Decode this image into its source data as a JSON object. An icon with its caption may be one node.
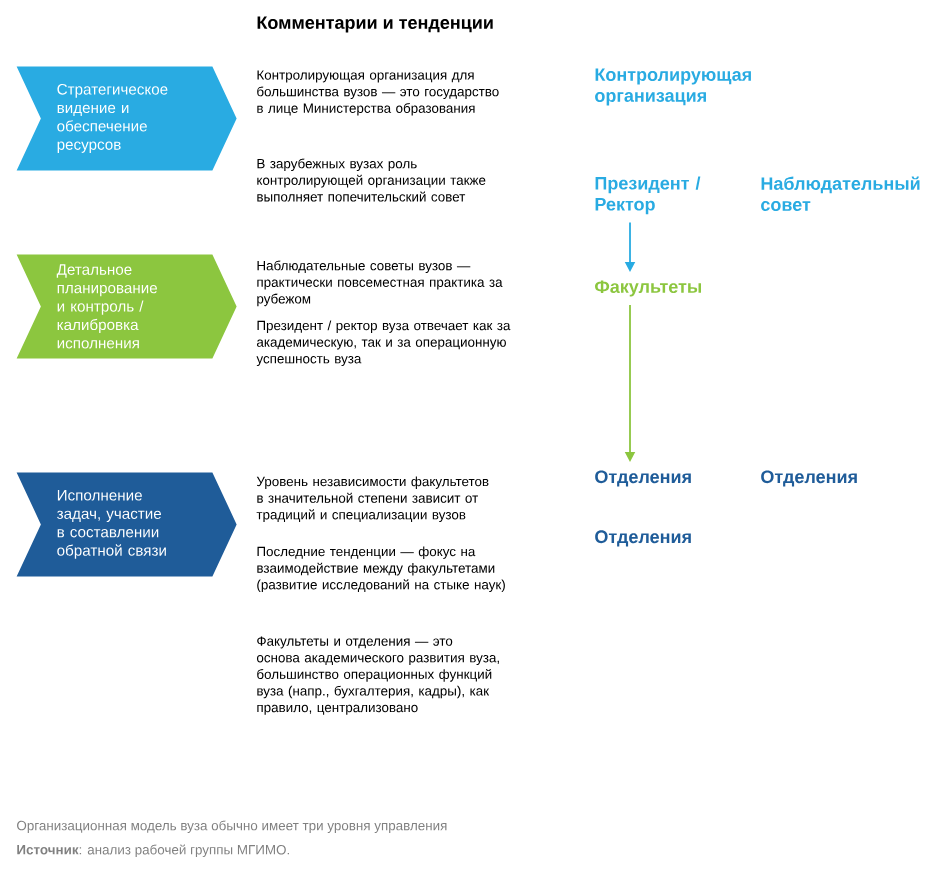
{
  "diagram": {
    "title": "Комментарии и тенденции",
    "caption": "Организационная модель вуза обычно имеет три уровня управления",
    "nodes": [
      {
        "text": [
          "Стратегическое видение и обеспечение ресурсов"
        ]
      },
      {
        "text": [
          "Детальное планирование и контроль / калибровка исполнения"
        ]
      },
      {
        "text": [
          "Исполнение задач, участие в составлении обратной связи"
        ]
      },
      {
        "text": [
          "Контролирующая организация"
        ]
      },
      {
        "text": [
          "Президент / Ректор"
        ]
      },
      {
        "text": [
          "Наблюдательный совет"
        ]
      },
      {
        "text": [
          "Факультеты"
        ]
      },
      {
        "text": [
          "Отделения"
        ]
      },
      {
        "text": [
          "Отделения"
        ]
      },
      {
        "text": [
          "Отделения"
        ]
      }
    ],
    "edges": [
      {
        "from": 4,
        "to": 6,
        "arrow": "to",
        "color": "#29abe2"
      },
      {
        "from": 6,
        "to": 7,
        "arrow": "to",
        "color": "#8cc63f"
      }
    ],
    "labels": [
      "Контролирующая организация для большинства вузов — это государство в лице Министерства образования",
      "В зарубежных вузах роль контролирующей организации также выполняет попечительский совет",
      "Наблюдательные советы вузов — практически повсеместная практика за рубежом",
      "Президент / ректор вуза отвечает как за академическую, так и за операционную успешность вуза",
      "Уровень независимости факультетов в значительной степени зависит от традиций и специализации вузов",
      "Последние тенденции — фокус на взаимодействие между факультетами (развитие исследований на стыке наук)",
      "Факультеты и отделения — это основа академического развития вуза, большинство операционных функций вуза (напр., бухгалтерия, кадры), как правило, централизовано",
      "**Источник**: анализ рабочей группы МГИМО."
    ]
  }
}
